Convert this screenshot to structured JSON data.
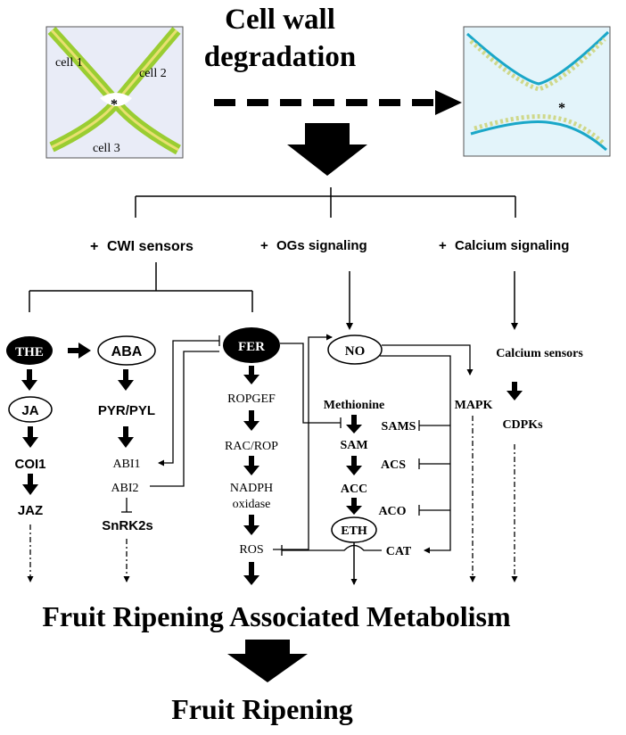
{
  "header": {
    "title_line1": "Cell wall",
    "title_line2": "degradation"
  },
  "left_panel": {
    "cell1": "cell 1",
    "cell2": "cell 2",
    "cell3": "cell 3",
    "star": "*"
  },
  "right_panel": {
    "star": "*"
  },
  "branches": {
    "cwi": "CWI sensors",
    "ogs": "OGs signaling",
    "calcium": "Calcium signaling",
    "plus": "+"
  },
  "nodes": {
    "the": "THE",
    "aba": "ABA",
    "fer": "FER",
    "no": "NO",
    "ja": "JA",
    "coi1": "COI1",
    "jaz": "JAZ",
    "pyr": "PYR/PYL",
    "abi1": "ABI1",
    "abi2": "ABI2",
    "snrk2s": "SnRK2s",
    "ropgef": "ROPGEF",
    "racrop": "RAC/ROP",
    "nadph1": "NADPH",
    "nadph2": "oxidase",
    "ros": "ROS",
    "methionine": "Methionine",
    "sams": "SAMS",
    "sam": "SAM",
    "acs": "ACS",
    "acc": "ACC",
    "aco": "ACO",
    "eth": "ETH",
    "cat": "CAT",
    "mapk": "MAPK",
    "calcium_sensors": "Calcium sensors",
    "cdpks": "CDPKs"
  },
  "footer": {
    "metabolism": "Fruit Ripening Associated Metabolism",
    "ripening": "Fruit Ripening"
  },
  "colors": {
    "wall_green": "#9acd32",
    "wall_yellow": "#e8e070",
    "wall_cyan": "#1aa7c8",
    "panel_bg": "#e9ecf7",
    "black": "#000000"
  }
}
